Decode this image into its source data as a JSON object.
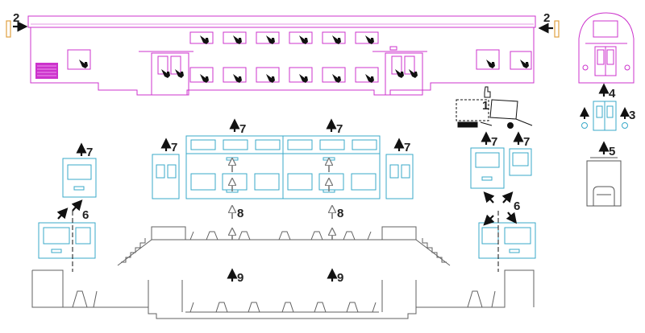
{
  "colors": {
    "magenta": "#cc33cc",
    "cyan": "#3aa9c9",
    "gray": "#606060",
    "orange": "#e0a040",
    "black": "#111111"
  },
  "labels": {
    "n1": "1",
    "n2_left": "2",
    "n2_right": "2",
    "n3": "3",
    "n4": "4",
    "n5": "5",
    "n6_left": "6",
    "n6_right": "6",
    "n7_a": "7",
    "n7_b": "7",
    "n7_c": "7",
    "n7_d": "7",
    "n7_e": "7",
    "n7_f": "7",
    "n7_g": "7",
    "n8_a": "8",
    "n8_b": "8",
    "n9_a": "9",
    "n9_b": "9"
  }
}
